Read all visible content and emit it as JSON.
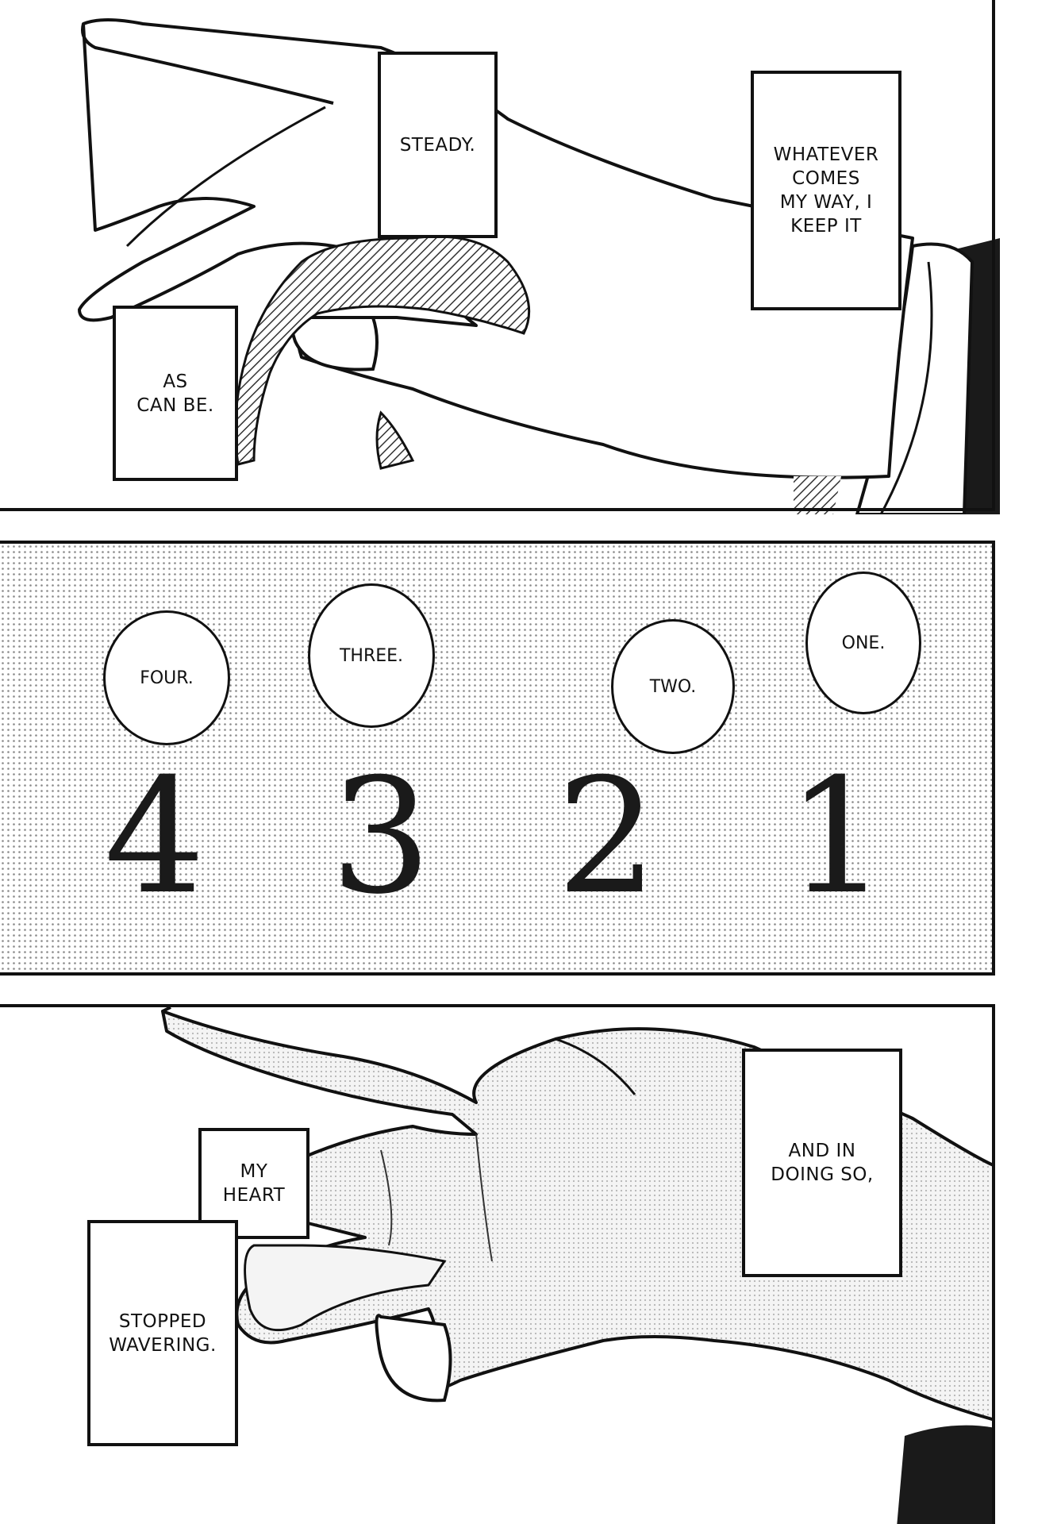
{
  "panel1": {
    "captions": {
      "steady": "STEADY.",
      "whatever": "WHATEVER\nCOMES\nMY WAY, I\nKEEP IT",
      "as_can_be": "AS\nCAN BE."
    }
  },
  "panel2": {
    "bubbles": {
      "four": "FOUR.",
      "three": "THREE.",
      "two": "TWO.",
      "one": "ONE."
    },
    "numerals": {
      "four": "4",
      "three": "3",
      "two": "2",
      "one": "1"
    }
  },
  "panel3": {
    "captions": {
      "and_in_doing_so": "AND IN\nDOING SO,",
      "my_heart": "MY\nHEART",
      "stopped_wavering": "STOPPED\nWAVERING."
    }
  }
}
